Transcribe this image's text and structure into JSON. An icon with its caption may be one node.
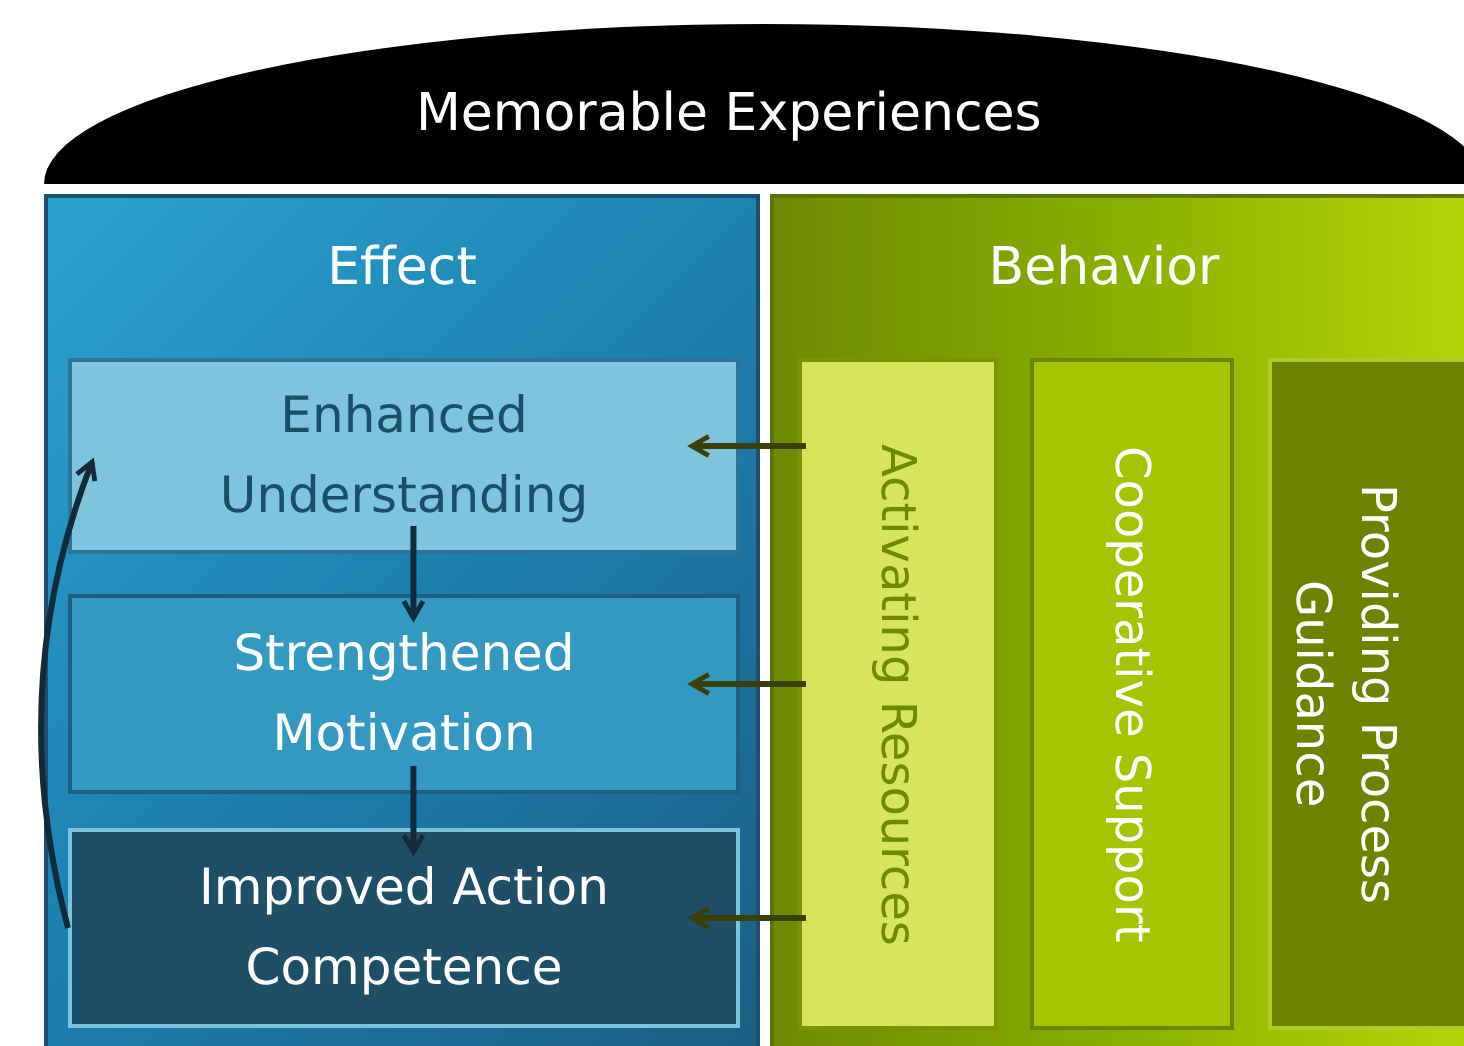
{
  "diagram": {
    "nodes": [
      {
        "text": [
          "Memorable Experiences"
        ]
      },
      {
        "text": [
          "Effect"
        ]
      },
      {
        "text": [
          "Enhanced Understanding"
        ],
        "in": 1
      },
      {
        "text": [
          "Strengthened Motivation"
        ],
        "in": 1
      },
      {
        "text": [
          "Improved Action Competence"
        ],
        "in": 1
      },
      {
        "text": [
          "Behavior"
        ]
      },
      {
        "text": [
          "Activating Resources"
        ],
        "in": 5
      },
      {
        "text": [
          "Cooperative Support"
        ],
        "in": 5
      },
      {
        "text": [
          "Providing Process Guidance"
        ],
        "in": 5
      }
    ],
    "edges": [
      {
        "from": 6,
        "to": 2,
        "arrow": "to",
        "color": "#3b3f0c"
      },
      {
        "from": 6,
        "to": 3,
        "arrow": "to",
        "color": "#3b3f0c"
      },
      {
        "from": 6,
        "to": 4,
        "arrow": "to",
        "color": "#3b3f0c"
      },
      {
        "from": 2,
        "to": 3,
        "arrow": "to"
      },
      {
        "from": 3,
        "to": 4,
        "arrow": "to"
      },
      {
        "from": 4,
        "to": 2,
        "arrow": "to"
      }
    ]
  }
}
